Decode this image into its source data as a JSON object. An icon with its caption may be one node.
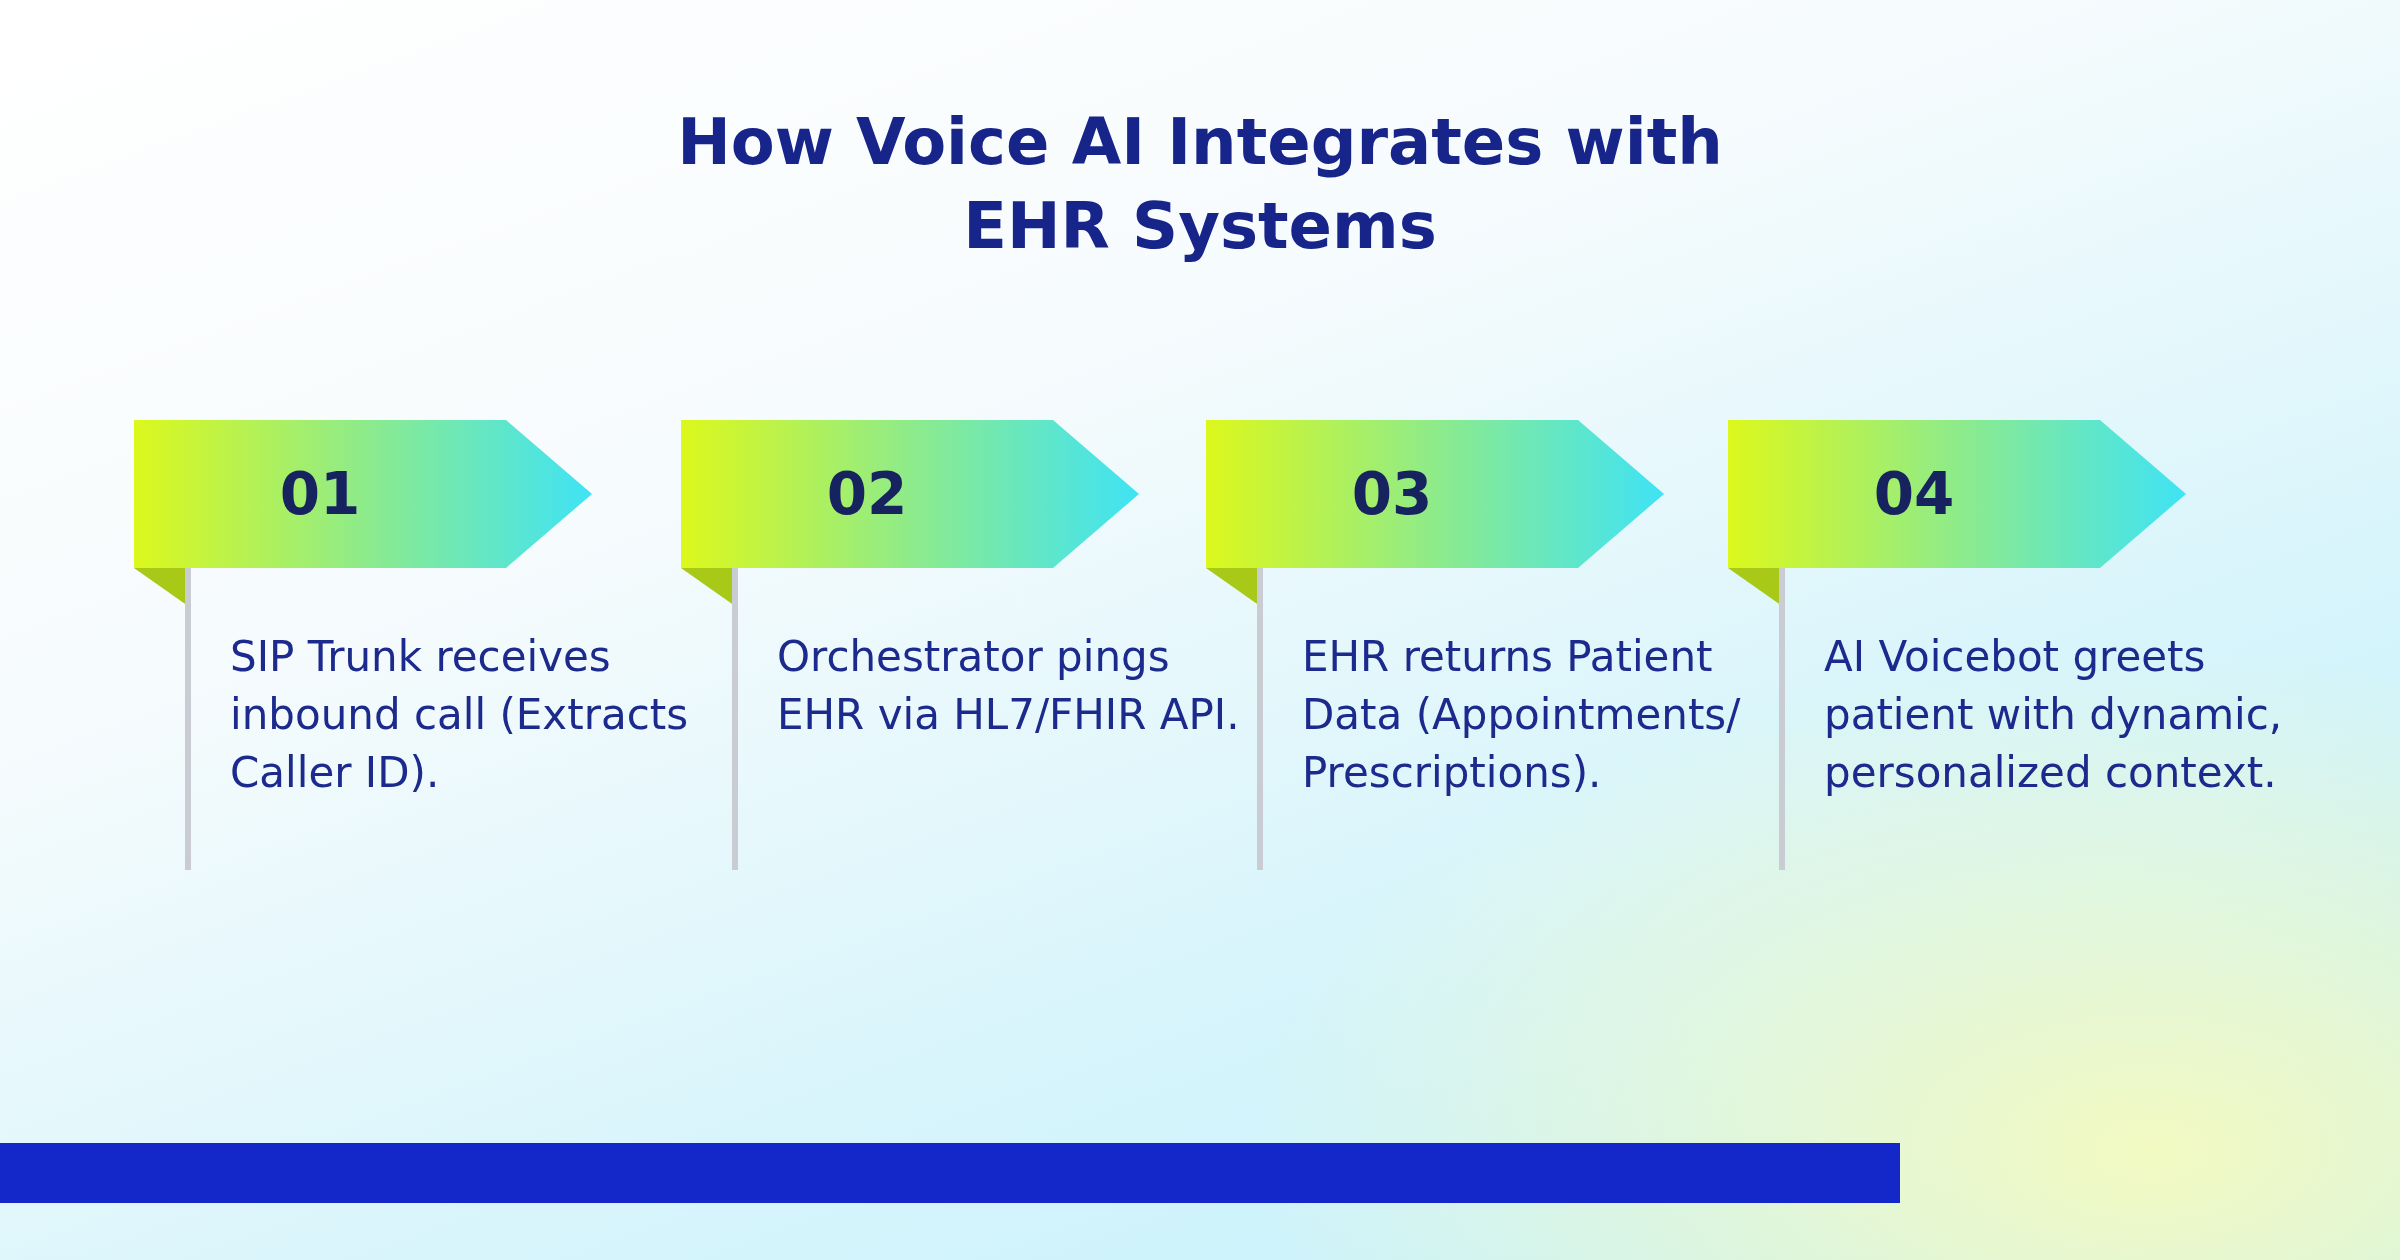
{
  "diagram": {
    "title": "How Voice AI Integrates with EHR Systems",
    "nodes": [
      {
        "text": [
          "01",
          "SIP Trunk receives inbound call (Extracts Caller ID)."
        ]
      },
      {
        "text": [
          "02",
          "Orchestrator pings EHR via HL7/FHIR API."
        ]
      },
      {
        "text": [
          "03",
          "EHR returns Patient Data (Appointments/ Prescriptions)."
        ]
      },
      {
        "text": [
          "04",
          "AI Voicebot greets patient with dynamic, personalized context."
        ]
      }
    ]
  }
}
